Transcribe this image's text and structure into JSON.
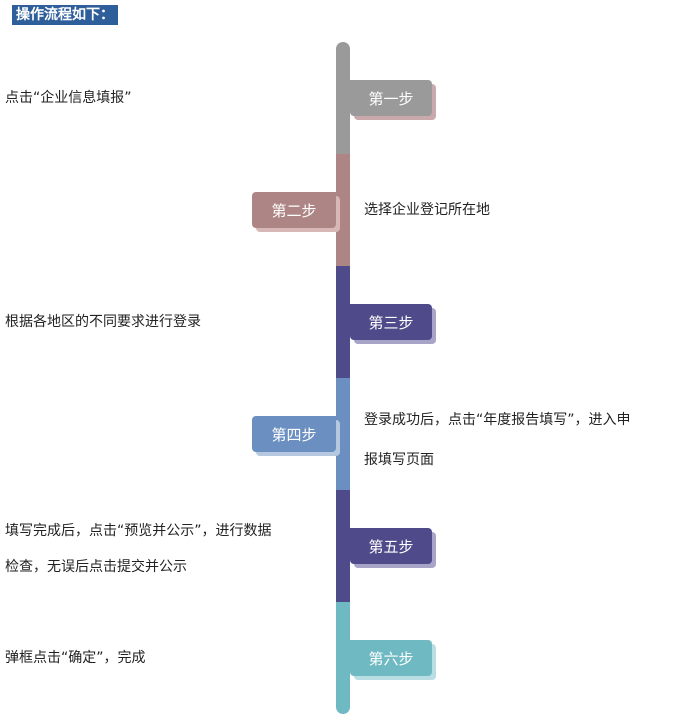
{
  "title": "操作流程如下：",
  "steps": [
    {
      "label": "第一步",
      "text_lines": [
        "点击“企业信息填报”"
      ],
      "color": "#9a9a9a",
      "shadow": "#c9a9ac"
    },
    {
      "label": "第二步",
      "text_lines": [
        "选择企业登记所在地"
      ],
      "color": "#ad8584",
      "shadow": "#d8b8b7"
    },
    {
      "label": "第三步",
      "text_lines": [
        "根据各地区的不同要求进行登录"
      ],
      "color": "#4f4a8a",
      "shadow": "#a8a4c8"
    },
    {
      "label": "第四步",
      "text_lines": [
        "登录成功后，点击“年度报告填写”，进入申",
        "报填写页面"
      ],
      "color": "#6a8fc0",
      "shadow": "#b5c8e0"
    },
    {
      "label": "第五步",
      "text_lines": [
        "填写完成后，点击“预览并公示”，进行数据",
        "检查，无误后点击提交并公示"
      ],
      "color": "#4f4a8a",
      "shadow": "#a8a4c8"
    },
    {
      "label": "第六步",
      "text_lines": [
        "弹框点击“确定”，完成"
      ],
      "color": "#6fb9c3",
      "shadow": "#b8dde2"
    }
  ]
}
